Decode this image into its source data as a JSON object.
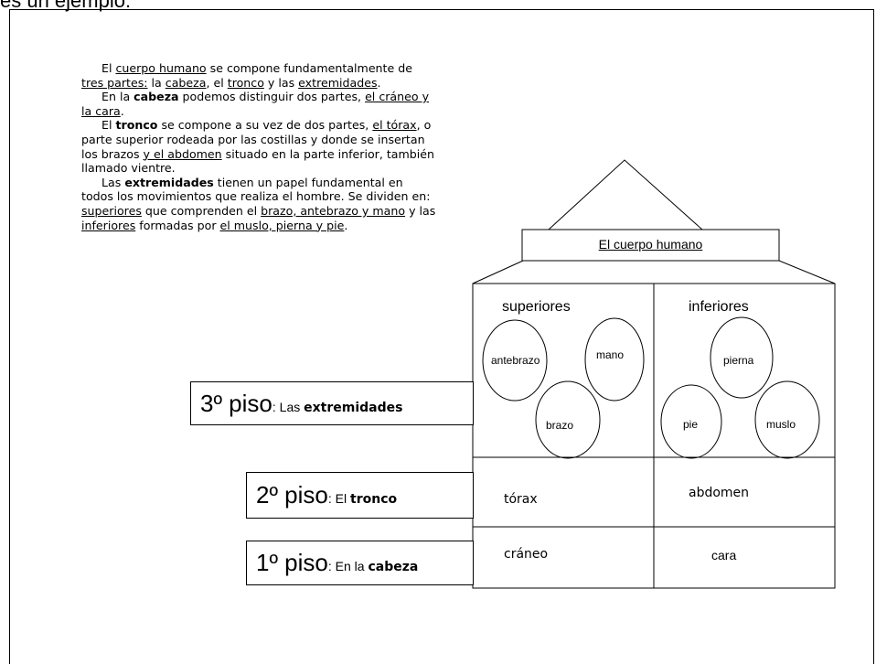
{
  "caption": "es un ejemplo:",
  "intro": {
    "p1": {
      "t1": "El ",
      "u1": "cuerpo humano",
      "t2": " se compone fundamentalmente de ",
      "u2": "tres partes:",
      "t3": " la ",
      "u3": "cabeza",
      "t4": ", el ",
      "u4": "tronco",
      "t5": " y las ",
      "u5": "extremidades",
      "t6": "."
    },
    "p2": {
      "t1": "En la ",
      "b1": "cabeza",
      "t2": " podemos distinguir dos partes,  ",
      "u1": "el cráneo y la cara",
      "t3": "."
    },
    "p3": {
      "t1": "El ",
      "b1": "tronco",
      "t2": " se compone a su vez de dos partes, ",
      "u1": "el tórax",
      "t3": ", o parte superior rodeada por las costillas y donde se insertan los brazos ",
      "u2": "y el abdomen",
      "t4": " situado en la parte inferior, también llamado vientre."
    },
    "p4": {
      "t1": "Las ",
      "b1": "extremidades",
      "t2": " tienen un papel fundamental en todos los movimientos que realiza el hombre. Se dividen en: ",
      "u1": "superiores",
      "t3": " que comprenden el ",
      "u2": "brazo, antebrazo y mano",
      "t4": " y las ",
      "u3": "inferiores",
      "t5": " formadas por ",
      "u4": "el muslo, pierna y pie",
      "t6": "."
    }
  },
  "floors": {
    "f3": {
      "num": "3º piso",
      "pre": ": Las ",
      "bold": "extremidades"
    },
    "f2": {
      "num": "2º piso",
      "pre": ": El ",
      "bold": "tronco"
    },
    "f1": {
      "num": "1º piso",
      "pre": ": En la ",
      "bold": "cabeza"
    }
  },
  "house": {
    "roof_title": "El cuerpo humano",
    "superiores": "superiores",
    "inferiores": "inferiores",
    "antebrazo": "antebrazo",
    "mano": "mano",
    "brazo": "brazo",
    "pierna": "pierna",
    "pie": "pie",
    "muslo": "muslo",
    "torax": "tórax",
    "abdomen": "abdomen",
    "craneo": "cráneo",
    "cara": "cara"
  }
}
